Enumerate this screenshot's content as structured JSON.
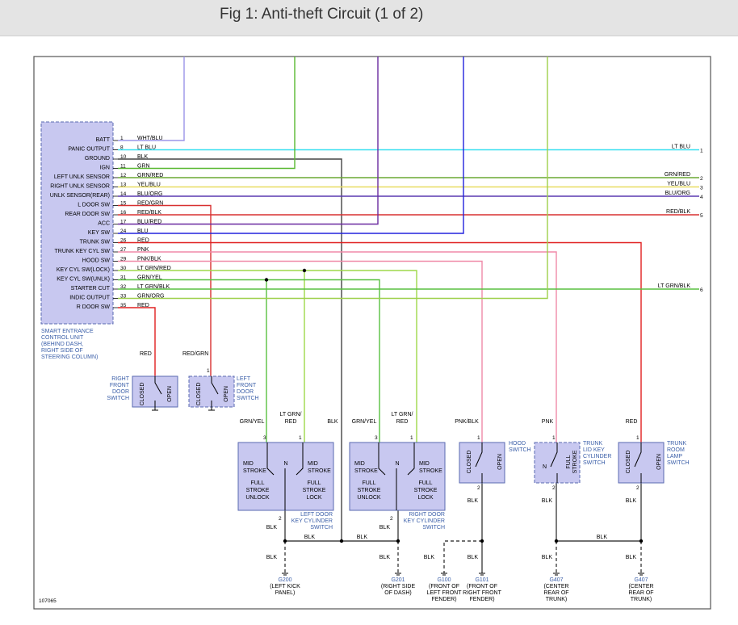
{
  "title": "Fig 1: Anti-theft Circuit (1 of 2)",
  "colors": {
    "wht_blu": "#9b95e8",
    "lt_blu": "#38e0f0",
    "blk": "#444444",
    "grn": "#58b830",
    "grn_red": "#6aa834",
    "yel_blu": "#e8dc60",
    "blu_org": "#5a3ab0",
    "red_grn": "#d83030",
    "red_blk": "#d83030",
    "blu_red": "#6a2aa0",
    "blu": "#2222dd",
    "red": "#e02020",
    "pnk": "#f08aa8",
    "pnk_blk": "#f08aa8",
    "lt_grn_red": "#9ed84a",
    "grn_yel": "#58c040",
    "lt_grn_blk": "#58c040",
    "grn_org": "#9ed04a",
    "module": "#c8c8f0",
    "switch": "#c8c8f0"
  },
  "module": {
    "terminals": [
      {
        "name": "BATT",
        "pin": "1",
        "wire": "WHT/BLU"
      },
      {
        "name": "PANIC OUTPUT",
        "pin": "8",
        "wire": "LT BLU"
      },
      {
        "name": "GROUND",
        "pin": "10",
        "wire": "BLK"
      },
      {
        "name": "IGN",
        "pin": "11",
        "wire": "GRN"
      },
      {
        "name": "LEFT UNLK SENSOR",
        "pin": "12",
        "wire": "GRN/RED"
      },
      {
        "name": "RIGHT UNLK SENSOR",
        "pin": "13",
        "wire": "YEL/BLU"
      },
      {
        "name": "UNLK SENSOR(REAR)",
        "pin": "14",
        "wire": "BLU/ORG"
      },
      {
        "name": "L DOOR SW",
        "pin": "15",
        "wire": "RED/GRN"
      },
      {
        "name": "REAR DOOR SW",
        "pin": "16",
        "wire": "RED/BLK"
      },
      {
        "name": "ACC",
        "pin": "17",
        "wire": "BLU/RED"
      },
      {
        "name": "KEY SW",
        "pin": "24",
        "wire": "BLU"
      },
      {
        "name": "TRUNK SW",
        "pin": "26",
        "wire": "RED"
      },
      {
        "name": "TRUNK KEY CYL SW",
        "pin": "27",
        "wire": "PNK"
      },
      {
        "name": "HOOD SW",
        "pin": "29",
        "wire": "PNK/BLK"
      },
      {
        "name": "KEY CYL SW(LOCK)",
        "pin": "30",
        "wire": "LT GRN/RED"
      },
      {
        "name": "KEY CYL SW(UNLK)",
        "pin": "31",
        "wire": "GRN/YEL"
      },
      {
        "name": "STARTER CUT",
        "pin": "32",
        "wire": "LT GRN/BLK"
      },
      {
        "name": "INDIC OUTPUT",
        "pin": "33",
        "wire": "GRN/ORG"
      },
      {
        "name": "R DOOR SW",
        "pin": "35",
        "wire": "RED"
      }
    ],
    "label": [
      "SMART ENTRANCE",
      "CONTROL UNIT"
    ],
    "location": [
      "(BEHIND DASH,",
      "RIGHT SIDE OF",
      "STEERING COLUMN)"
    ]
  },
  "right_edge": [
    {
      "wire": "LT BLU",
      "num": "1"
    },
    {
      "wire": "GRN/RED",
      "num": "2"
    },
    {
      "wire": "YEL/BLU",
      "num": "3"
    },
    {
      "wire": "BLU/ORG",
      "num": "4"
    },
    {
      "wire": "RED/BLK",
      "num": "5"
    },
    {
      "wire": "LT GRN/BLK",
      "num": "6"
    }
  ],
  "door_switches": {
    "right": {
      "wire": "RED",
      "name": [
        "RIGHT",
        "FRONT",
        "DOOR",
        "SWITCH"
      ],
      "closed": "CLOSED",
      "open": "OPEN"
    },
    "left": {
      "wire": "RED/GRN",
      "pin": "1",
      "name": [
        "LEFT",
        "FRONT",
        "DOOR",
        "SWITCH"
      ],
      "closed": "CLOSED",
      "open": "OPEN"
    }
  },
  "key_cyl_left": {
    "wire_a": "GRN/YEL",
    "wire_b": [
      "LT GRN/",
      "RED"
    ],
    "wire_c": "BLK",
    "pin_a": "3",
    "pin_b": "1",
    "pin_c": "2",
    "mid_l": [
      "MID",
      "STROKE"
    ],
    "mid_r": [
      "MID",
      "STROKE"
    ],
    "n": "N",
    "full_l": [
      "FULL",
      "STROKE",
      "UNLOCK"
    ],
    "full_r": [
      "FULL",
      "STROKE",
      "LOCK"
    ],
    "name": [
      "LEFT DOOR",
      "KEY CYLINDER",
      "SWITCH"
    ]
  },
  "key_cyl_right": {
    "wire_a": "GRN/YEL",
    "wire_b": [
      "LT GRN/",
      "RED"
    ],
    "pin_a": "3",
    "pin_b": "1",
    "pin_c": "2",
    "mid_l": [
      "MID",
      "STROKE"
    ],
    "mid_r": [
      "MID",
      "STROKE"
    ],
    "n": "N",
    "full_l": [
      "FULL",
      "STROKE",
      "UNLOCK"
    ],
    "full_r": [
      "FULL",
      "STROKE",
      "LOCK"
    ],
    "name": [
      "RIGHT DOOR",
      "KEY CYLINDER",
      "SWITCH"
    ]
  },
  "hood": {
    "wire": "PNK/BLK",
    "pin_top": "1",
    "pin_bot": "2",
    "closed": "CLOSED",
    "open": "OPEN",
    "name": [
      "HOOD",
      "SWITCH"
    ],
    "gnd_wire": "BLK"
  },
  "trunk_lid": {
    "wire": "PNK",
    "pin_top": "1",
    "pin_bot": "2",
    "n": "N",
    "full": [
      "FULL",
      "STROKE"
    ],
    "name": [
      "TRUNK",
      "LID KEY",
      "CYLINDER",
      "SWITCH"
    ],
    "gnd_wire": "BLK"
  },
  "trunk_lamp": {
    "wire": "RED",
    "pin_top": "1",
    "pin_bot": "2",
    "closed": "CLOSED",
    "open": "OPEN",
    "name": [
      "TRUNK",
      "ROOM",
      "LAMP",
      "SWITCH"
    ],
    "gnd_wire": "BLK"
  },
  "ground_wires": {
    "blk": "BLK"
  },
  "grounds": [
    {
      "id": "G200",
      "desc": [
        "(LEFT KICK",
        "PANEL)"
      ]
    },
    {
      "id": "G201",
      "desc": [
        "(RIGHT SIDE",
        "OF DASH)"
      ]
    },
    {
      "id": "G100",
      "desc": [
        "(FRONT OF",
        "LEFT FRONT",
        "FENDER)"
      ]
    },
    {
      "id": "G101",
      "desc": [
        "(FRONT OF",
        "RIGHT FRONT",
        "FENDER)"
      ]
    },
    {
      "id": "G407",
      "desc": [
        "(CENTER",
        "REAR OF",
        "TRUNK)"
      ]
    },
    {
      "id": "G407",
      "desc": [
        "(CENTER",
        "REAR OF",
        "TRUNK)"
      ]
    }
  ],
  "figure_number": "107065"
}
